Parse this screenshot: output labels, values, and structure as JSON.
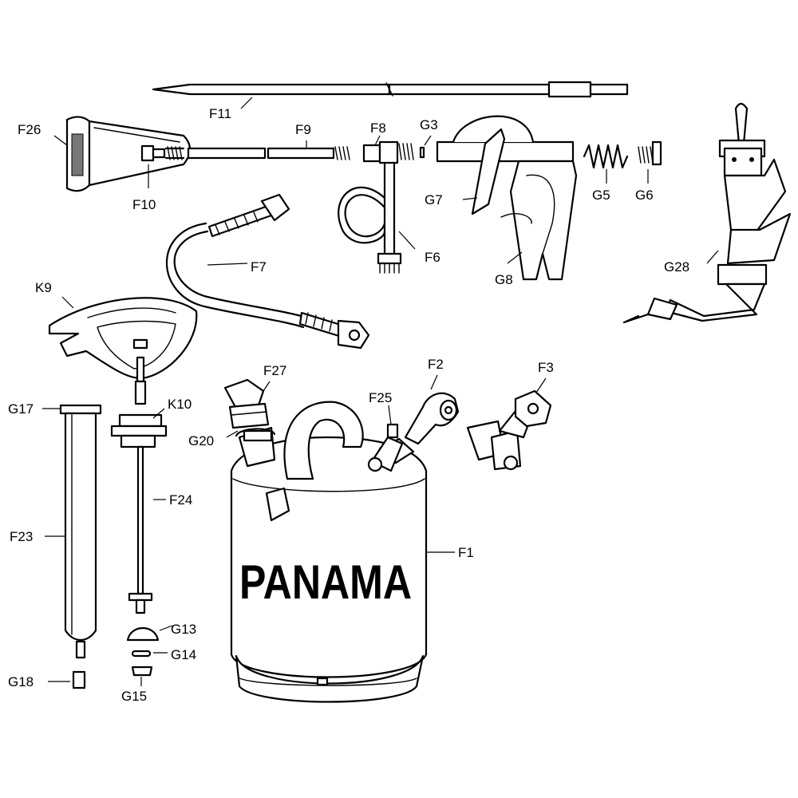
{
  "brand": "PANAMA",
  "labels": {
    "F1": "F1",
    "F2": "F2",
    "F3": "F3",
    "F6": "F6",
    "F7": "F7",
    "F8": "F8",
    "F9": "F9",
    "F10": "F10",
    "F11": "F11",
    "F23": "F23",
    "F24": "F24",
    "F25": "F25",
    "F26": "F26",
    "F27": "F27",
    "G3": "G3",
    "G5": "G5",
    "G6": "G6",
    "G7": "G7",
    "G8": "G8",
    "G13": "G13",
    "G14": "G14",
    "G15": "G15",
    "G17": "G17",
    "G18": "G18",
    "G20": "G20",
    "G28": "G28",
    "K9": "K9",
    "K10": "K10"
  }
}
